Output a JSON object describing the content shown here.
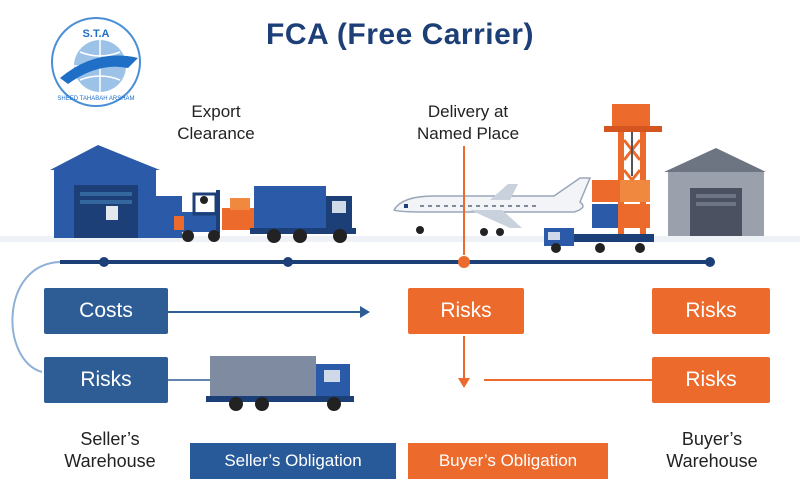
{
  "logo": {
    "initials": "S.T.A",
    "tagline": "SHEED TAHABAH ARSHAM"
  },
  "title": "FCA (Free Carrier)",
  "labels": {
    "export_clearance_line1": "Export",
    "export_clearance_line2": "Clearance",
    "delivery_line1": "Delivery at",
    "delivery_line2": "Named Place"
  },
  "boxes": {
    "costs": "Costs",
    "seller_risks": "Risks",
    "delivery_risks": "Risks",
    "buyer_risks_top": "Risks",
    "buyer_risks_bottom": "Risks"
  },
  "captions": {
    "seller_line1": "Seller’s",
    "seller_line2": "Warehouse",
    "buyer_line1": "Buyer’s",
    "buyer_line2": "Warehouse"
  },
  "legend": {
    "seller": "Seller’s Obligation",
    "buyer": "Buyer’s Obligation"
  },
  "colors": {
    "seller_blue": "#2e5d96",
    "buyer_orange": "#ec6a2c",
    "title_navy": "#1d3f78"
  }
}
